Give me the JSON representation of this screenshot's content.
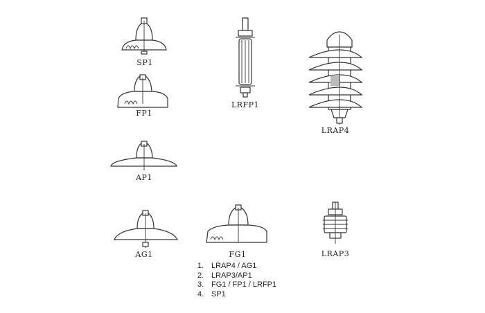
{
  "figures": {
    "sp1": "SP1",
    "fp1": "FP1",
    "ap1": "AP1",
    "ag1": "AG1",
    "fg1": "FG1",
    "lrfp1": "LRFP1",
    "lrap4": "LRAP4",
    "lrap3": "LRAP3"
  },
  "answers": [
    {
      "num": "1.",
      "text": "LRAP4 / AG1"
    },
    {
      "num": "2.",
      "text": "LRAP3/AP1"
    },
    {
      "num": "3.",
      "text": "FG1 / FP1 / LRFP1"
    },
    {
      "num": "4.",
      "text": "SP1"
    }
  ]
}
